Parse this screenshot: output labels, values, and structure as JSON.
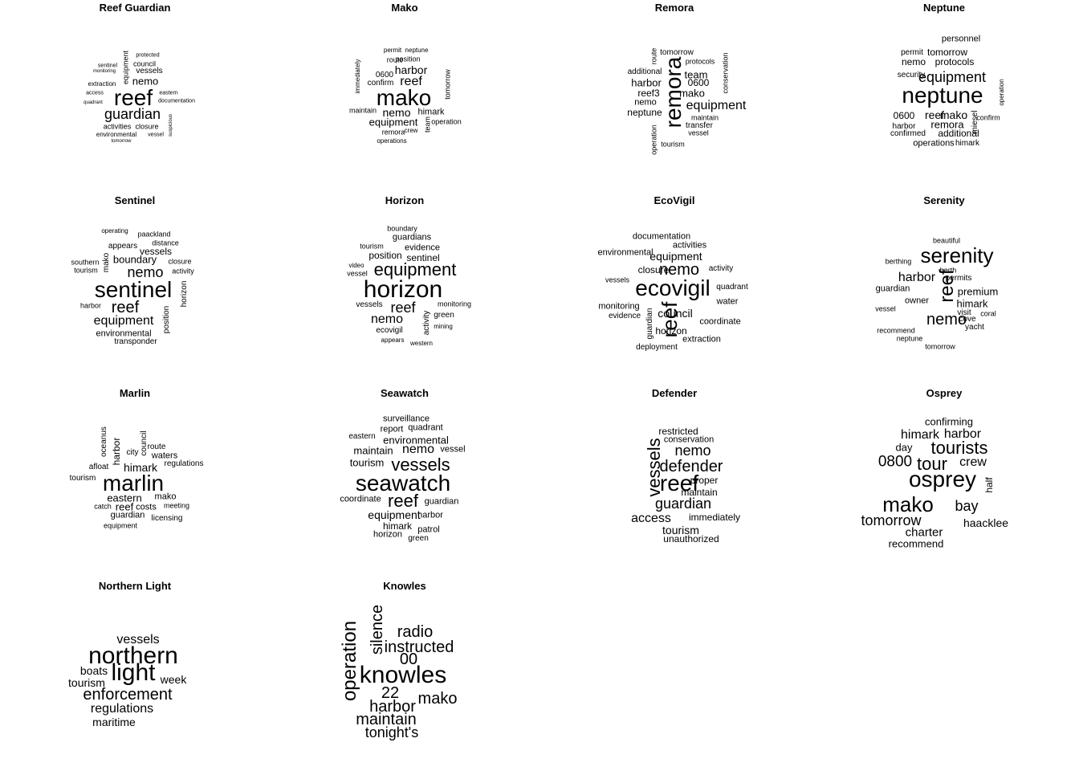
{
  "chart_data": {
    "type": "wordcloud",
    "panels": [
      {
        "title": "Reef Guardian",
        "words": [
          [
            "reef",
            28
          ],
          [
            "guardian",
            18
          ],
          [
            "nemo",
            13
          ],
          [
            "vessels",
            10
          ],
          [
            "equipment",
            9,
            "v"
          ],
          [
            "council",
            9
          ],
          [
            "activities",
            9
          ],
          [
            "closure",
            9
          ],
          [
            "environmental",
            8
          ],
          [
            "extraction",
            8
          ],
          [
            "protected",
            7
          ],
          [
            "sentinel",
            7
          ],
          [
            "eastern",
            7
          ],
          [
            "monitoring",
            6
          ],
          [
            "access",
            7
          ],
          [
            "quadrant",
            6
          ],
          [
            "documentation",
            7
          ],
          [
            "vessel",
            7
          ],
          [
            "suspicious",
            6,
            "v"
          ],
          [
            "tomorrow",
            6
          ]
        ]
      },
      {
        "title": "Mako",
        "words": [
          [
            "mako",
            28
          ],
          [
            "reef",
            16
          ],
          [
            "harbor",
            14
          ],
          [
            "nemo",
            14
          ],
          [
            "equipment",
            13
          ],
          [
            "himark",
            11
          ],
          [
            "tomorrow",
            9,
            "v"
          ],
          [
            "position",
            9
          ],
          [
            "route",
            9
          ],
          [
            "permit",
            8
          ],
          [
            "neptune",
            8
          ],
          [
            "0600",
            10
          ],
          [
            "confirm",
            10
          ],
          [
            "immediately",
            8,
            "v"
          ],
          [
            "maintain",
            9
          ],
          [
            "operation",
            9
          ],
          [
            "team",
            9,
            "v"
          ],
          [
            "remora",
            9
          ],
          [
            "crew",
            8
          ],
          [
            "operations",
            8
          ]
        ]
      },
      {
        "title": "Remora",
        "words": [
          [
            "remora",
            28,
            "v"
          ],
          [
            "equipment",
            16
          ],
          [
            "harbor",
            13
          ],
          [
            "team",
            13
          ],
          [
            "0600",
            12
          ],
          [
            "mako",
            13
          ],
          [
            "reef3",
            12
          ],
          [
            "nemo",
            11
          ],
          [
            "neptune",
            12
          ],
          [
            "additional",
            10
          ],
          [
            "protocols",
            9
          ],
          [
            "tomorrow",
            10
          ],
          [
            "route",
            9,
            "v"
          ],
          [
            "conservation",
            9,
            "v"
          ],
          [
            "maintain",
            9
          ],
          [
            "transfer",
            10
          ],
          [
            "vessel",
            9
          ],
          [
            "operation",
            9,
            "v"
          ],
          [
            "tourism",
            9
          ]
        ]
      },
      {
        "title": "Neptune",
        "words": [
          [
            "neptune",
            28
          ],
          [
            "equipment",
            18
          ],
          [
            "reef",
            14
          ],
          [
            "mako",
            14
          ],
          [
            "remora",
            13
          ],
          [
            "protocols",
            12
          ],
          [
            "nemo",
            12
          ],
          [
            "tomorrow",
            12
          ],
          [
            "personnel",
            11
          ],
          [
            "additional",
            12
          ],
          [
            "0600",
            12
          ],
          [
            "permit",
            10
          ],
          [
            "security",
            10
          ],
          [
            "harbor",
            10
          ],
          [
            "confirmed",
            10
          ],
          [
            "operations",
            11
          ],
          [
            "himark",
            10
          ],
          [
            "miesel",
            10,
            "v"
          ],
          [
            "confirm",
            9
          ],
          [
            "operation",
            8,
            "v"
          ]
        ]
      },
      {
        "title": "Sentinel",
        "words": [
          [
            "sentinel",
            28
          ],
          [
            "reef",
            20
          ],
          [
            "nemo",
            18
          ],
          [
            "equipment",
            16
          ],
          [
            "boundary",
            13
          ],
          [
            "vessels",
            12
          ],
          [
            "environmental",
            11
          ],
          [
            "transponder",
            10
          ],
          [
            "position",
            10,
            "v"
          ],
          [
            "horizon",
            10,
            "v"
          ],
          [
            "mako",
            10,
            "v"
          ],
          [
            "appears",
            10
          ],
          [
            "distance",
            9
          ],
          [
            "closure",
            9
          ],
          [
            "activity",
            9
          ],
          [
            "southern",
            9
          ],
          [
            "tourism",
            9
          ],
          [
            "harbor",
            9
          ],
          [
            "operating",
            8
          ],
          [
            "paackland",
            9
          ]
        ]
      },
      {
        "title": "Horizon",
        "words": [
          [
            "horizon",
            30
          ],
          [
            "equipment",
            22
          ],
          [
            "reef",
            18
          ],
          [
            "nemo",
            16
          ],
          [
            "sentinel",
            12
          ],
          [
            "position",
            12
          ],
          [
            "evidence",
            11
          ],
          [
            "guardians",
            11
          ],
          [
            "vessels",
            10
          ],
          [
            "activity",
            10,
            "v"
          ],
          [
            "green",
            10
          ],
          [
            "monitoring",
            9
          ],
          [
            "ecovigil",
            10
          ],
          [
            "video",
            8
          ],
          [
            "vessel",
            9
          ],
          [
            "tourism",
            9
          ],
          [
            "boundary",
            9
          ],
          [
            "mining",
            8
          ],
          [
            "appears",
            8
          ],
          [
            "western",
            8
          ]
        ]
      },
      {
        "title": "EcoVigil",
        "words": [
          [
            "ecovigil",
            28
          ],
          [
            "reef",
            26,
            "v"
          ],
          [
            "nemo",
            20
          ],
          [
            "equipment",
            14
          ],
          [
            "council",
            14
          ],
          [
            "closure",
            12
          ],
          [
            "environmental",
            11
          ],
          [
            "documentation",
            11
          ],
          [
            "activities",
            11
          ],
          [
            "activity",
            10
          ],
          [
            "quadrant",
            10
          ],
          [
            "water",
            11
          ],
          [
            "coordinate",
            11
          ],
          [
            "horizon",
            12
          ],
          [
            "monitoring",
            11
          ],
          [
            "evidence",
            10
          ],
          [
            "guardian",
            10,
            "v"
          ],
          [
            "extraction",
            11
          ],
          [
            "deployment",
            10
          ],
          [
            "vessels",
            9
          ]
        ]
      },
      {
        "title": "Serenity",
        "words": [
          [
            "serenity",
            26
          ],
          [
            "reef",
            24,
            "v"
          ],
          [
            "nemo",
            20
          ],
          [
            "harbor",
            16
          ],
          [
            "premium",
            13
          ],
          [
            "himark",
            13
          ],
          [
            "guardian",
            11
          ],
          [
            "owner",
            11
          ],
          [
            "vessel",
            9
          ],
          [
            "recommend",
            9
          ],
          [
            "neptune",
            9
          ],
          [
            "tomorrow",
            9
          ],
          [
            "permits",
            10
          ],
          [
            "berth",
            9
          ],
          [
            "berthing",
            9
          ],
          [
            "beautiful",
            9
          ],
          [
            "visit",
            10
          ],
          [
            "cove",
            10
          ],
          [
            "coral",
            9
          ],
          [
            "yacht",
            10
          ]
        ]
      },
      {
        "title": "Marlin",
        "words": [
          [
            "marlin",
            28
          ],
          [
            "himark",
            14
          ],
          [
            "eastern",
            13
          ],
          [
            "reef",
            13
          ],
          [
            "harbor",
            12,
            "v"
          ],
          [
            "council",
            10,
            "v"
          ],
          [
            "oceanus",
            10,
            "v"
          ],
          [
            "waters",
            11
          ],
          [
            "route",
            10
          ],
          [
            "city",
            10
          ],
          [
            "afloat",
            10
          ],
          [
            "regulations",
            10
          ],
          [
            "tourism",
            10
          ],
          [
            "mako",
            11
          ],
          [
            "costs",
            11
          ],
          [
            "meeting",
            9
          ],
          [
            "catch",
            9
          ],
          [
            "guardian",
            11
          ],
          [
            "licensing",
            10
          ],
          [
            "equipment",
            9
          ]
        ]
      },
      {
        "title": "Seawatch",
        "words": [
          [
            "seawatch",
            28
          ],
          [
            "vessels",
            22
          ],
          [
            "reef",
            22
          ],
          [
            "nemo",
            16
          ],
          [
            "environmental",
            13
          ],
          [
            "equipment",
            14
          ],
          [
            "maintain",
            13
          ],
          [
            "tourism",
            13
          ],
          [
            "coordinate",
            11
          ],
          [
            "guardian",
            11
          ],
          [
            "harbor",
            11
          ],
          [
            "himark",
            12
          ],
          [
            "patrol",
            11
          ],
          [
            "surveillance",
            11
          ],
          [
            "report",
            11
          ],
          [
            "quadrant",
            11
          ],
          [
            "eastern",
            10
          ],
          [
            "vessel",
            11
          ],
          [
            "horizon",
            11
          ],
          [
            "green",
            10
          ]
        ]
      },
      {
        "title": "Defender",
        "words": [
          [
            "reef",
            28
          ],
          [
            "defender",
            20
          ],
          [
            "vessels",
            22,
            "v"
          ],
          [
            "nemo",
            18
          ],
          [
            "guardian",
            18
          ],
          [
            "access",
            16
          ],
          [
            "tourism",
            14
          ],
          [
            "restricted",
            12
          ],
          [
            "conservation",
            11
          ],
          [
            "proper",
            12
          ],
          [
            "maintain",
            12
          ],
          [
            "immediately",
            12
          ],
          [
            "unauthorized",
            12
          ]
        ]
      },
      {
        "title": "Osprey",
        "words": [
          [
            "osprey",
            28
          ],
          [
            "mako",
            26
          ],
          [
            "tourists",
            22
          ],
          [
            "tour",
            22
          ],
          [
            "tomorrow",
            18
          ],
          [
            "0800",
            19
          ],
          [
            "bay",
            18
          ],
          [
            "harbor",
            16
          ],
          [
            "himark",
            16
          ],
          [
            "crew",
            16
          ],
          [
            "charter",
            15
          ],
          [
            "confirming",
            13
          ],
          [
            "day",
            13
          ],
          [
            "half",
            12,
            "v"
          ],
          [
            "haacklee",
            14
          ],
          [
            "recommend",
            13
          ]
        ]
      },
      {
        "title": "Northern Light",
        "words": [
          [
            "northern",
            30
          ],
          [
            "light",
            30
          ],
          [
            "enforcement",
            20
          ],
          [
            "regulations",
            16
          ],
          [
            "vessels",
            16
          ],
          [
            "week",
            14
          ],
          [
            "boats",
            14
          ],
          [
            "tourism",
            14
          ],
          [
            "maritime",
            14
          ]
        ]
      },
      {
        "title": "Knowles",
        "words": [
          [
            "knowles",
            30
          ],
          [
            "operation",
            24,
            "v"
          ],
          [
            "silence",
            20,
            "v"
          ],
          [
            "instructed",
            20
          ],
          [
            "radio",
            20
          ],
          [
            "00",
            20
          ],
          [
            "22",
            20
          ],
          [
            "harbor",
            20
          ],
          [
            "mako",
            20
          ],
          [
            "maintain",
            20
          ],
          [
            "tonight's",
            18
          ]
        ]
      }
    ]
  }
}
